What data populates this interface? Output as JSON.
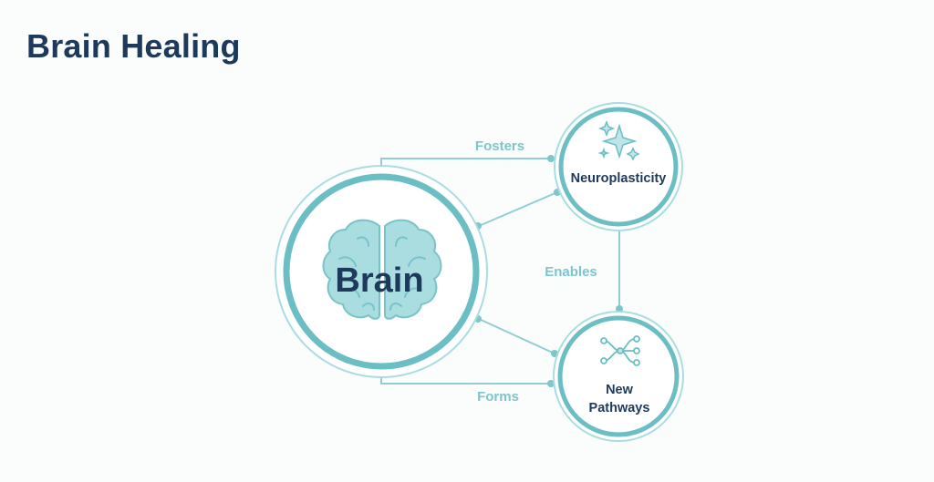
{
  "title": "Brain Healing",
  "colors": {
    "accent": "#7cc6cc",
    "ring": "#6bbec4",
    "title": "#1d3a5c",
    "brain_fill": "#a9dde0"
  },
  "nodes": {
    "brain": {
      "label": "Brain",
      "icon": "brain-icon"
    },
    "neuroplasticity": {
      "label": "Neuroplasticity",
      "icon": "sparkle-icon"
    },
    "pathways": {
      "label_line1": "New",
      "label_line2": "Pathways",
      "icon": "network-icon"
    }
  },
  "edges": {
    "fosters": "Fosters",
    "enables": "Enables",
    "forms": "Forms"
  }
}
